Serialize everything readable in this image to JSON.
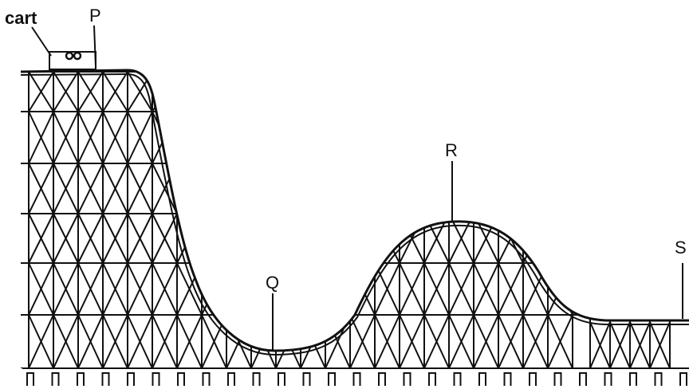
{
  "labels": {
    "cart": "cart",
    "p": "P",
    "q": "Q",
    "r": "R",
    "s": "S"
  },
  "colors": {
    "ink": "#111111",
    "background": "#ffffff"
  }
}
